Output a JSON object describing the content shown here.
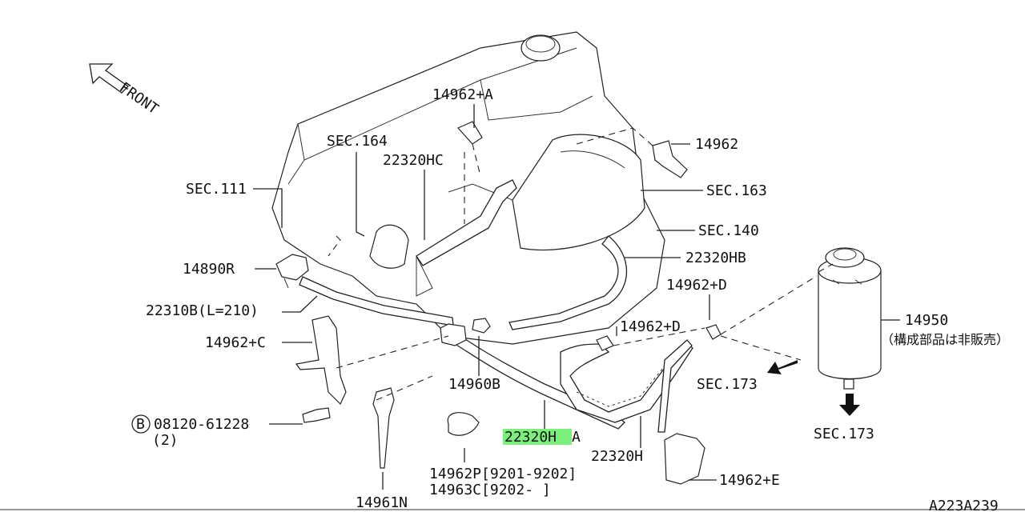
{
  "diagram": {
    "front_label": "FRONT",
    "ref_code": "A223A239",
    "highlight_color": "#7cf07c",
    "labels": {
      "p14962_a": "14962+A",
      "sec164": "SEC.164",
      "p22320hc": "22320HC",
      "p14962": "14962",
      "sec111": "SEC.111",
      "sec163": "SEC.163",
      "sec140": "SEC.140",
      "p14890r": "14890R",
      "p22320hb": "22320HB",
      "p14962_d1": "14962+D",
      "p22310b": "22310B(L=210)",
      "p14962_d2": "14962+D",
      "p14950": "14950",
      "p14950_note": "（構成部品は非販売）",
      "p14962_c": "14962+C",
      "p14960b": "14960B",
      "sec173_a": "SEC.173",
      "bolt_circle": "B",
      "bolt_part": "08120-61228",
      "bolt_qty": "(2)",
      "p22320ha_hl": "22320H",
      "p22320ha_suffix": "A",
      "p22320h": "22320H",
      "sec173_b": "SEC.173",
      "p14962p": "14962P[9201-9202]",
      "p14963c": "14963C[9202-    ]",
      "p14962_e": "14962+E",
      "p14961n": "14961N"
    }
  }
}
